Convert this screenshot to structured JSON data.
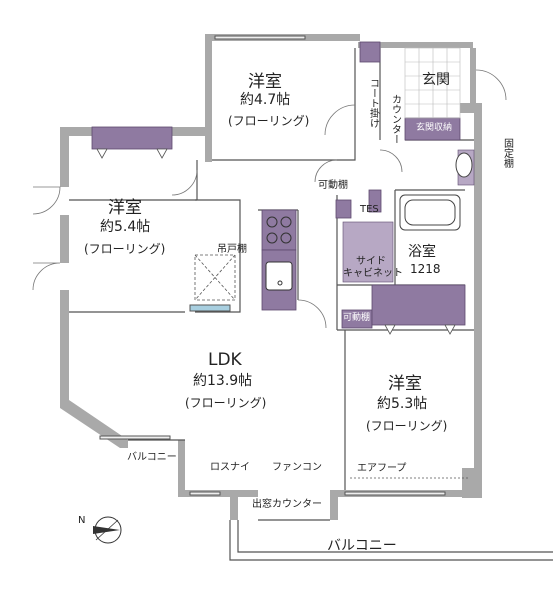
{
  "rooms": {
    "bedroom1": {
      "name": "洋室",
      "size": "約4.7帖",
      "floor": "(フローリング)"
    },
    "bedroom2": {
      "name": "洋室",
      "size": "約5.4帖",
      "floor": "(フローリング)"
    },
    "ldk": {
      "name": "LDK",
      "size": "約13.9帖",
      "floor": "(フローリング)"
    },
    "bedroom3": {
      "name": "洋室",
      "size": "約5.3帖",
      "floor": "(フローリング)"
    },
    "bath": {
      "name": "浴室",
      "size": "1218"
    },
    "entrance": {
      "name": "玄関"
    }
  },
  "labels": {
    "coat_hooks": "コート掛け",
    "counter": "カウンター",
    "entrance_storage": "玄関収納",
    "fixed_shelf": "固定棚",
    "movable_shelf1": "可動棚",
    "tes": "TES",
    "hanging_cabinet": "吊戸棚",
    "side_cabinet_1": "サイド",
    "side_cabinet_2": "キャビネット",
    "movable_shelf2": "可動棚",
    "balcony_small": "バルコニー",
    "losnai": "ロスナイ",
    "fan_convector": "ファンコン",
    "air_hook": "エアフープ",
    "window_counter": "出窓カウンター",
    "balcony_main": "バルコニー",
    "north": "N"
  },
  "colors": {
    "wall": "#a9a9a9",
    "storage": "#8f7aa1",
    "storage_light": "#b7a8c4",
    "line": "#555555",
    "text": "#222222"
  }
}
